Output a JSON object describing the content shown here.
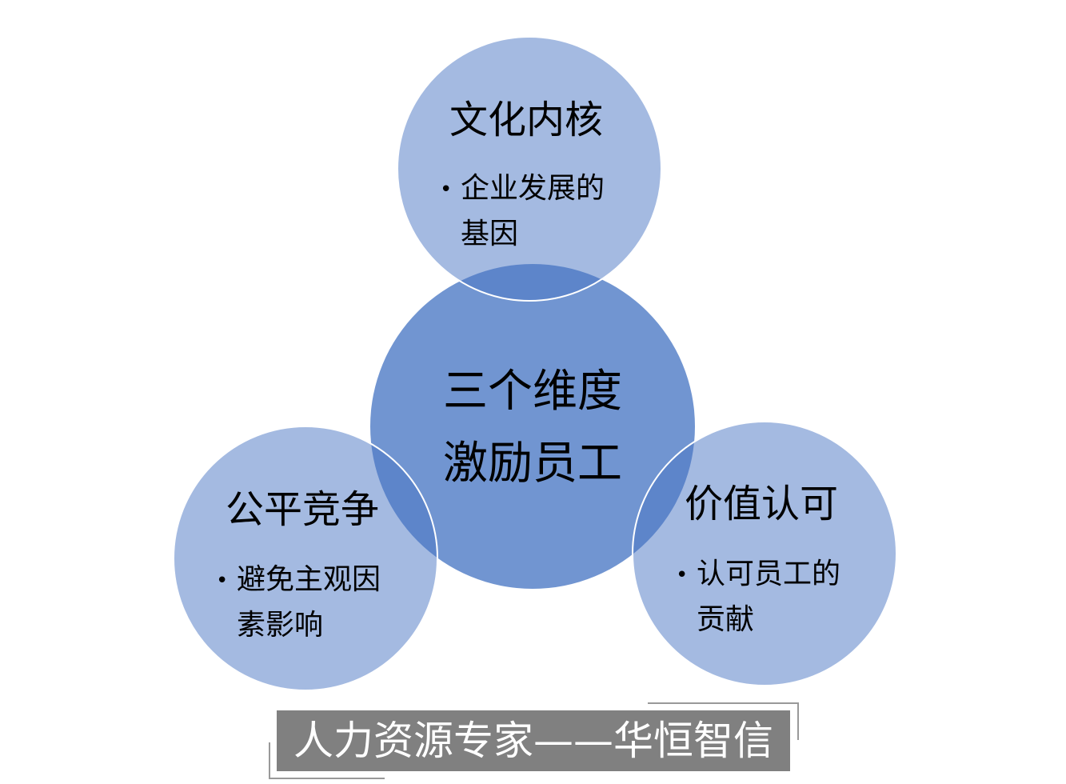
{
  "center": {
    "line1": "三个维度",
    "line2": "激励员工"
  },
  "nodes": [
    {
      "title": "文化内核",
      "bullet": "企业发展的",
      "bullet_cont": "基因"
    },
    {
      "title": "公平竞争",
      "bullet": "避免主观因",
      "bullet_cont": "素影响"
    },
    {
      "title": "价值认可",
      "bullet": "认可员工的",
      "bullet_cont": "贡献"
    }
  ],
  "bullet_char": "•",
  "banner": "人力资源专家——华恒智信",
  "colors": {
    "outer": "#a4bae1",
    "center": "#7195d1",
    "overlap": "#5d85ca"
  }
}
